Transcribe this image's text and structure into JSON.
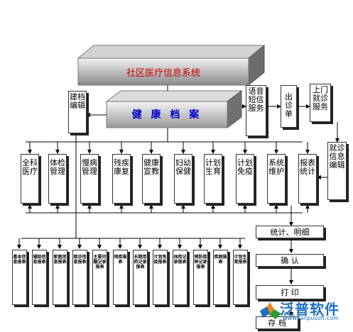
{
  "banner": {
    "title": "社区医疗信息系统"
  },
  "health": {
    "title": "健 康 档 案"
  },
  "side_boxes": {
    "archive_edit": "建档编辑",
    "voice_sms": "语音短信服务",
    "visit_form": "出诊单",
    "home_service": "上门就诊服务",
    "visit_info_edit": "就诊信息编辑"
  },
  "modules": [
    {
      "label": "全科医疗"
    },
    {
      "label": "体检管理"
    },
    {
      "label": "慢病管理"
    },
    {
      "label": "残疾康复"
    },
    {
      "label": "健康宣教"
    },
    {
      "label": "妇幼保健"
    },
    {
      "label": "计划生育"
    },
    {
      "label": "计划免疫"
    },
    {
      "label": "系统维护"
    },
    {
      "label": "报表统计"
    }
  ],
  "flow": {
    "stats": "统计、明细",
    "confirm": "确 认",
    "print": "打 印",
    "save": "存 档"
  },
  "reports": [
    {
      "label": "基本信息报表"
    },
    {
      "label": "辅助信息报表"
    },
    {
      "label": "家庭信息报表"
    },
    {
      "label": "就诊信息报表"
    },
    {
      "label": "主要问题记录报表"
    },
    {
      "label": "残疾报表"
    },
    {
      "label": "长期用药记录报表"
    },
    {
      "label": "计划免疫报表"
    },
    {
      "label": "体检记录报表"
    },
    {
      "label": "预防接种记录报表"
    },
    {
      "label": "疾病报表"
    },
    {
      "label": "计划生育报表"
    }
  ],
  "logo": {
    "name": "泛普软件",
    "url": "www.fanpusoft.com"
  },
  "colors": {
    "banner_text": "#cc0000",
    "health_text": "#0000cc",
    "green_text": "#0a8a32",
    "logo": "#1d6fc4"
  }
}
